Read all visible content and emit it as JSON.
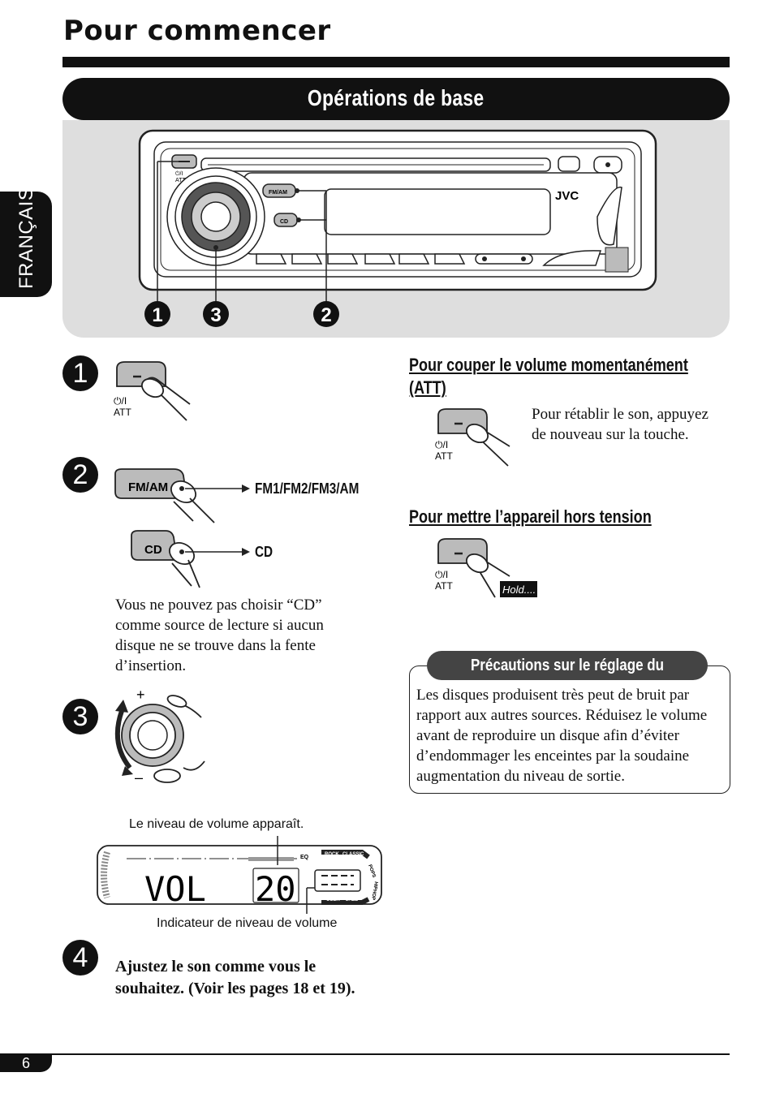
{
  "page": {
    "title": "Pour commencer",
    "section_title": "Opérations de base",
    "language_tab": "FRANÇAIS",
    "page_number": "6"
  },
  "radio": {
    "brand": "JVC",
    "button_power": "⏻/I",
    "button_power_sub": "ATT",
    "button_fmam": "FM/AM",
    "button_cd": "CD",
    "callouts": [
      "❶",
      "❸",
      "❷"
    ]
  },
  "steps": {
    "s1": {
      "number": "1",
      "button_power": "⏻/I",
      "button_power_sub": "ATT"
    },
    "s2": {
      "number": "2",
      "fmam_label": "FM/AM",
      "fmam_result": "FM1/FM2/FM3/AM",
      "cd_label": "CD",
      "cd_result": "CD",
      "note": "Vous ne pouvez pas choisir “CD” comme source de lecture si aucun disque ne se trouve dans la fente d’insertion."
    },
    "s3": {
      "number": "3",
      "plus": "+",
      "minus": "–",
      "display_caption_top": "Le niveau de volume apparaît.",
      "display_text": "VOL",
      "display_value": "20",
      "eq_labels": [
        "EQ",
        "ROCK",
        "CLASSIC",
        "POPS",
        "HIPHOP",
        "USER",
        "JAZZ"
      ],
      "display_caption_bottom": "Indicateur de niveau de volume"
    },
    "s4": {
      "number": "4",
      "text": "Ajustez le son comme vous le souhaitez. (Voir les pages 18 et 19)."
    }
  },
  "right": {
    "att_heading": "Pour couper le volume momentanément (ATT)",
    "att_text": "Pour rétablir le son, appuyez de nouveau sur la touche.",
    "att_button": "⏻/I",
    "att_button_sub": "ATT",
    "off_heading": "Pour mettre l’appareil hors tension",
    "off_button": "⏻/I",
    "off_button_sub": "ATT",
    "hold_label": "Hold....",
    "caution_title": "Précautions sur le réglage du volume:",
    "caution_text": "Les disques produisent très peut de bruit par rapport aux autres sources. Réduisez le volume avant de reproduire un disque afin d’éviter d’endommager les enceintes par la soudaine augmentation du niveau de sortie."
  }
}
